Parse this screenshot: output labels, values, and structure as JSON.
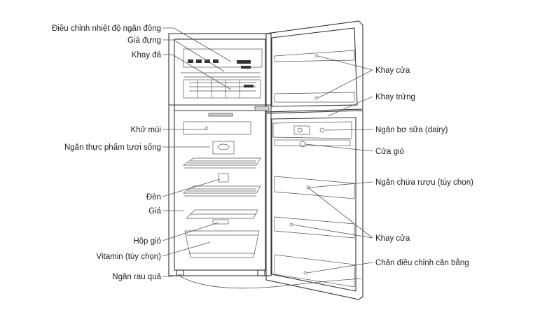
{
  "labels": {
    "freezer_temp_control": "Điều chỉnh nhiệt độ ngăn đông",
    "holder": "Giá đựng",
    "ice_tray": "Khay đá",
    "deodorizer": "Khử mùi",
    "fresh_food_compartment": "Ngăn thực phẩm tươi sống",
    "lamp": "Đèn",
    "shelf": "Giá",
    "air_box": "Hộp gió",
    "vitamin": "Vitamin (tùy chọn)",
    "vegetable_drawer": "Ngăn rau quả",
    "door_tray_top": "Khay cửa",
    "egg_tray": "Khay trứng",
    "dairy_compartment": "Ngăn bơ sữa (dairy)",
    "air_vent": "Cửa gió",
    "wine_compartment": "Ngăn chứa rượu (tùy chọn)",
    "door_tray_bottom": "Khay cửa",
    "leveling_feet": "Chân điều chỉnh cân bằng"
  }
}
